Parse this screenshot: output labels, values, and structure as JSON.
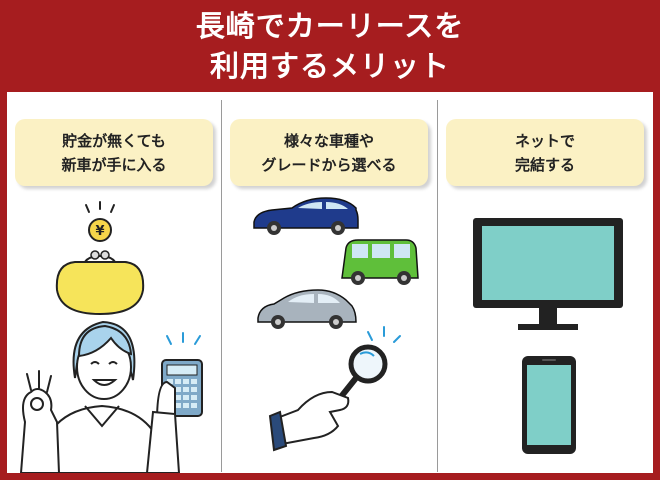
{
  "title": {
    "line1": "長崎でカーリースを",
    "line2": "利用するメリット"
  },
  "columns": [
    {
      "line1": "貯金が無くても",
      "line2": "新車が手に入る"
    },
    {
      "line1": "様々な車種や",
      "line2": "グレードから選べる"
    },
    {
      "line1": "ネットで",
      "line2": "完結する"
    }
  ],
  "colors": {
    "frame": "#a61d1f",
    "label_bg": "#fbf1c4",
    "screen": "#7fcfc8",
    "car_navy": "#1f3b8c",
    "car_green": "#5fbf3a",
    "car_silver": "#a8b3bd"
  },
  "icons": [
    "coin-purse-icon",
    "woman-ok-icon",
    "calculator-icon",
    "sedan-icon",
    "minivan-icon",
    "hatchback-icon",
    "magnifier-hand-icon",
    "monitor-icon",
    "smartphone-icon"
  ]
}
